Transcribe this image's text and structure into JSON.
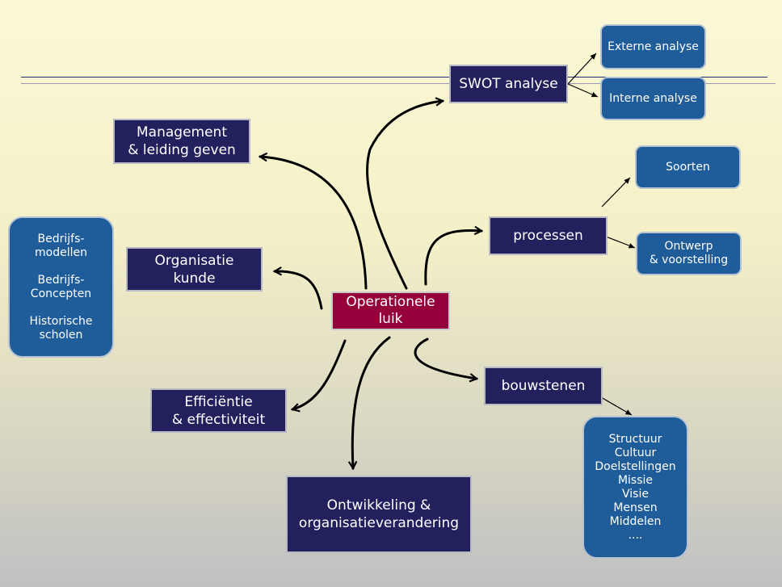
{
  "nodes": {
    "center": {
      "lines": [
        "Operationele",
        "luik"
      ]
    },
    "swot": {
      "lines": [
        "SWOT analyse"
      ]
    },
    "extern": {
      "lines": [
        "Externe analyse"
      ]
    },
    "intern": {
      "lines": [
        "Interne analyse"
      ]
    },
    "management": {
      "lines": [
        "Management",
        "& leiding geven"
      ]
    },
    "soorten": {
      "lines": [
        "Soorten"
      ]
    },
    "bedrijfs": {
      "lines": [
        "Bedrijfs-",
        "modellen",
        "",
        "Bedrijfs-",
        "Concepten",
        "",
        "Historische",
        "scholen"
      ]
    },
    "organisatie": {
      "lines": [
        "Organisatie",
        "kunde"
      ]
    },
    "processen": {
      "lines": [
        "processen"
      ]
    },
    "ontwerp": {
      "lines": [
        "Ontwerp",
        "& voorstelling"
      ]
    },
    "efficientie": {
      "lines": [
        "Efficiëntie",
        "& effectiviteit"
      ]
    },
    "bouwstenen": {
      "lines": [
        "bouwstenen"
      ]
    },
    "ontwikkeling": {
      "lines": [
        "Ontwikkeling &",
        "organisatieverandering"
      ]
    },
    "structuur": {
      "lines": [
        "Structuur",
        "Cultuur",
        "Doelstellingen",
        "Missie",
        "Visie",
        "Mensen",
        "Middelen",
        "...."
      ]
    }
  },
  "colors": {
    "navy_box": "#23205e",
    "center_box": "#96003a",
    "blue_box": "#1f5c9a",
    "arrow": "#000000"
  }
}
